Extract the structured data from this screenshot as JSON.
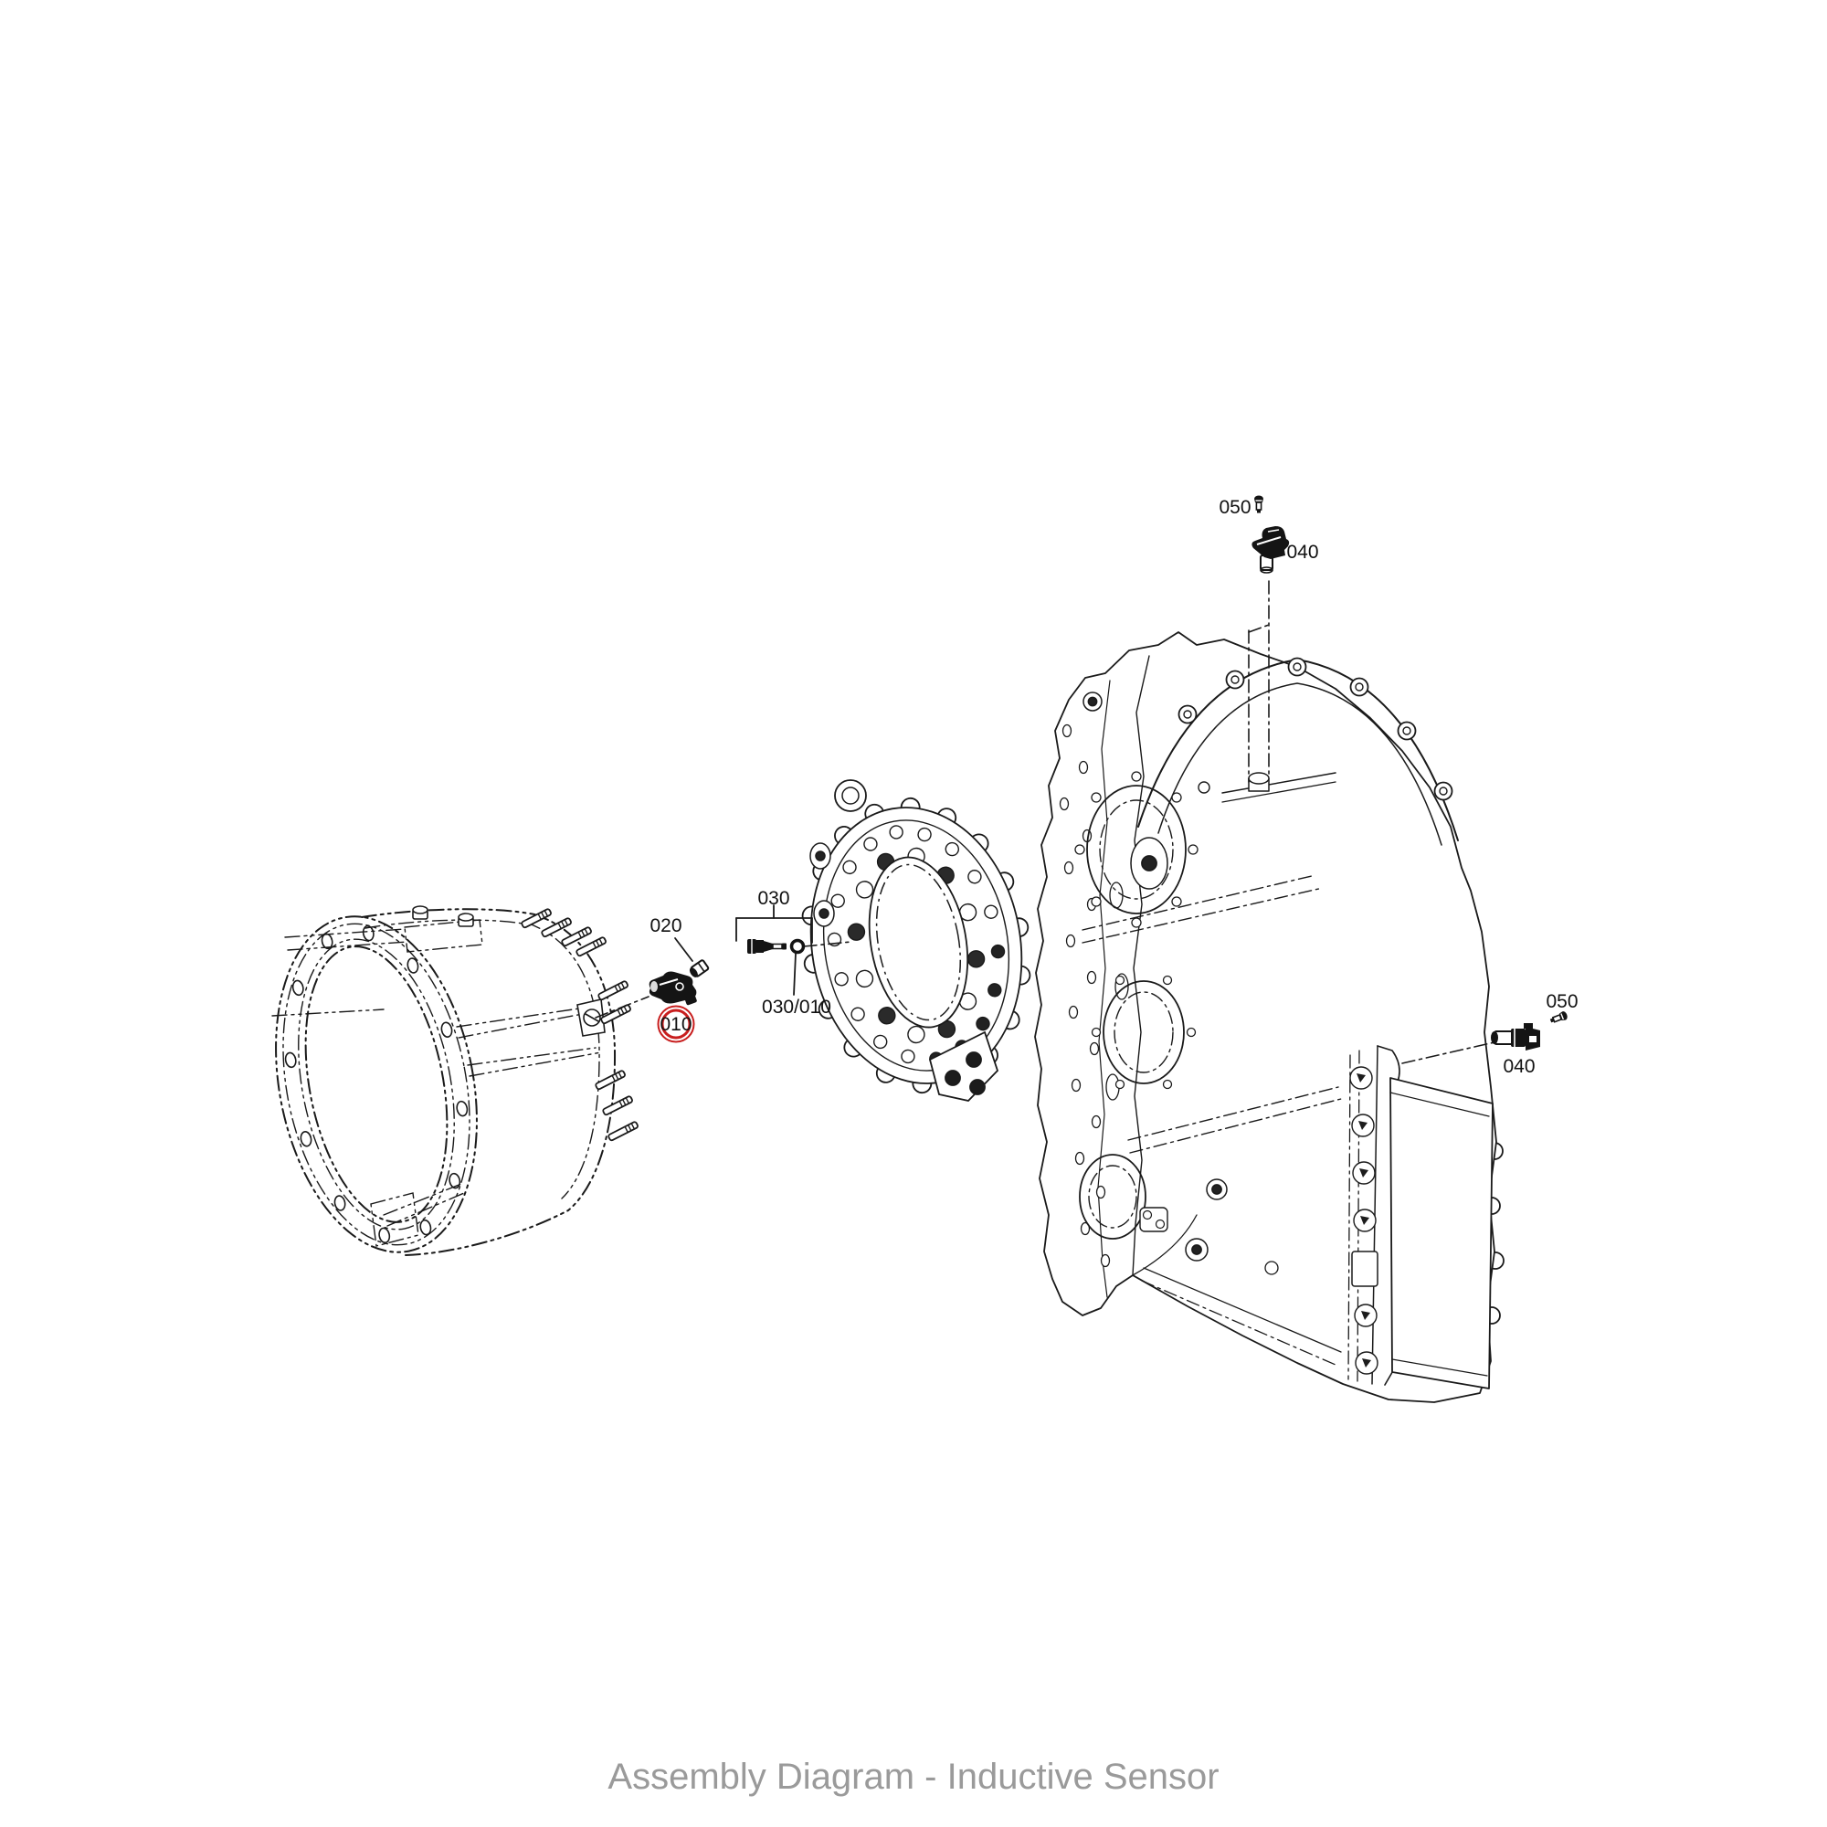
{
  "diagram": {
    "caption": "Assembly Diagram - Inductive Sensor",
    "background_color": "#ffffff",
    "line_color": "#1a1a1a",
    "caption_color": "#9a9a9a",
    "highlight_color": "#c81e1e",
    "callouts": {
      "sensor_left_label": "010",
      "plug_left_label": "020",
      "sensor_mid_label": "030",
      "oring_mid_label": "030/010",
      "bolt_top_label": "050",
      "sensor_top_label": "040",
      "bolt_right_label": "050",
      "sensor_right_label": "040"
    },
    "highlighted_callout": "010",
    "icons": [
      "inductive-sensor-icon",
      "screw-plug-icon",
      "o-ring-icon",
      "bolt-icon",
      "bell-housing-drawing",
      "intermediate-plate-drawing",
      "gearbox-housing-drawing"
    ]
  }
}
